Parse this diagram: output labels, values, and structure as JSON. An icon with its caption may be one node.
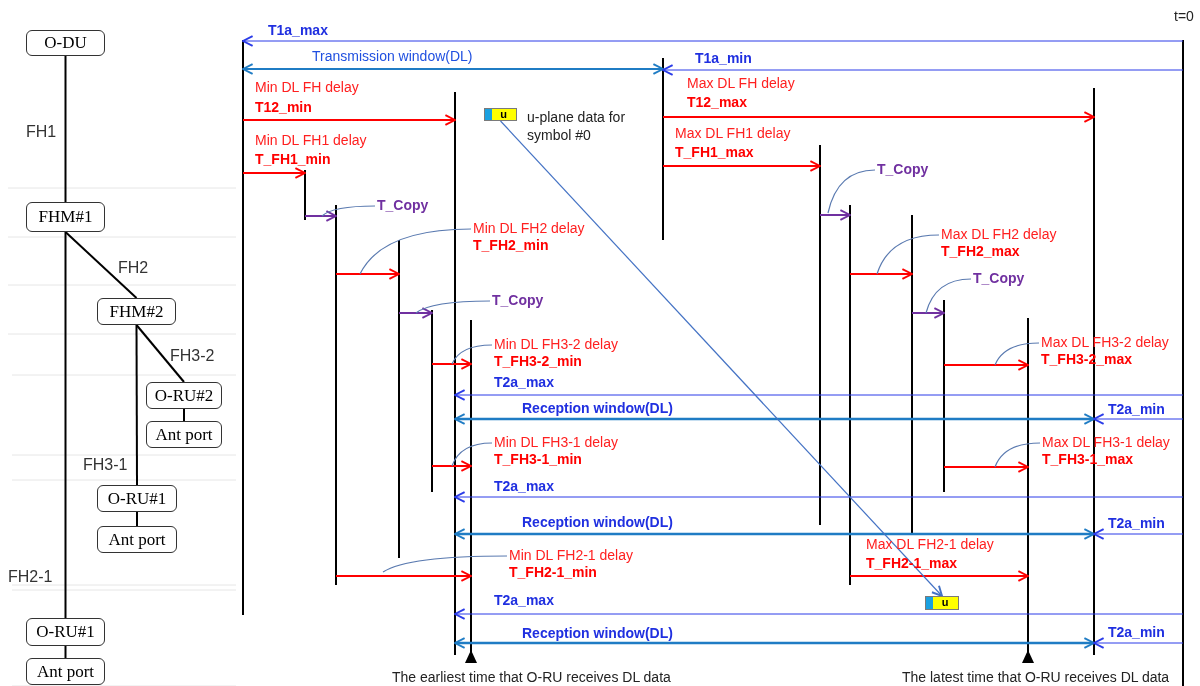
{
  "diagram": {
    "nodes": [
      {
        "text": [
          "O-DU"
        ]
      },
      {
        "text": [
          "FHM#1"
        ]
      },
      {
        "text": [
          "FHM#2"
        ]
      },
      {
        "text": [
          "O-RU#2"
        ]
      },
      {
        "text": [
          "Ant port"
        ]
      },
      {
        "text": [
          "O-RU#1"
        ]
      },
      {
        "text": [
          "Ant port"
        ]
      },
      {
        "text": [
          "O-RU#1"
        ]
      },
      {
        "text": [
          "Ant port"
        ]
      },
      {
        "text": [
          "u"
        ],
        "beside": [
          "u-plane data for symbol #0"
        ]
      },
      {
        "text": [
          "u"
        ]
      },
      {
        "text": [
          "T_Copy"
        ]
      },
      {
        "text": [
          "T_Copy"
        ]
      },
      {
        "text": [
          "Min DL FH2 delay",
          "T_FH2_min"
        ]
      },
      {
        "text": [
          "Max DL FH2 delay",
          "T_FH2_max"
        ]
      },
      {
        "text": [
          "T_Copy"
        ]
      },
      {
        "text": [
          "T_Copy"
        ]
      },
      {
        "text": [
          "Min DL FH3-2 delay",
          "T_FH3-2_min"
        ]
      },
      {
        "text": [
          "Max DL FH3-2 delay",
          "T_FH3-2_max"
        ]
      },
      {
        "text": [
          "Min DL FH3-1 delay",
          "T_FH3-1_min"
        ]
      },
      {
        "text": [
          "Max DL FH3-1 delay",
          "T_FH3-1_max"
        ]
      },
      {
        "text": [
          "Min DL FH2-1 delay",
          "T_FH2-1_min"
        ]
      }
    ],
    "edges": [
      {
        "from": 0,
        "to": 1,
        "arrow": "none",
        "label": "FH1",
        "color": "#000000"
      },
      {
        "from": 1,
        "to": 2,
        "arrow": "none",
        "label": "FH2",
        "color": "#000000"
      },
      {
        "from": 2,
        "to": 3,
        "arrow": "none",
        "label": "FH3-2",
        "color": "#000000"
      },
      {
        "from": 3,
        "to": 4,
        "arrow": "none",
        "color": "#000000"
      },
      {
        "from": 2,
        "to": 5,
        "arrow": "none",
        "label": "FH3-1",
        "color": "#000000"
      },
      {
        "from": 5,
        "to": 6,
        "arrow": "none",
        "color": "#000000"
      },
      {
        "from": 1,
        "to": 7,
        "arrow": "none",
        "label": "FH2-1",
        "color": "#000000"
      },
      {
        "from": 7,
        "to": 8,
        "arrow": "none",
        "color": "#000000"
      },
      {
        "from": 9,
        "to": 10,
        "arrow": "to",
        "color": "#4472c4"
      },
      {
        "from": 11,
        "to": null,
        "arrow": "none",
        "color": "#5a7ab0"
      },
      {
        "from": 12,
        "to": null,
        "arrow": "none",
        "color": "#5a7ab0"
      },
      {
        "from": 13,
        "to": null,
        "arrow": "none",
        "color": "#5a7ab0"
      },
      {
        "from": 14,
        "to": null,
        "arrow": "none",
        "color": "#5a7ab0"
      },
      {
        "from": 15,
        "to": null,
        "arrow": "none",
        "color": "#5a7ab0"
      },
      {
        "from": 16,
        "to": null,
        "arrow": "none",
        "color": "#5a7ab0"
      },
      {
        "from": 17,
        "to": null,
        "arrow": "none",
        "color": "#5a7ab0"
      },
      {
        "from": 18,
        "to": null,
        "arrow": "none",
        "color": "#5a7ab0"
      },
      {
        "from": 19,
        "to": null,
        "arrow": "none",
        "color": "#5a7ab0"
      },
      {
        "from": 20,
        "to": null,
        "arrow": "none",
        "color": "#5a7ab0"
      },
      {
        "from": 21,
        "to": null,
        "arrow": "none",
        "color": "#5a7ab0"
      }
    ],
    "labels": [
      "t=0",
      "T1a_max",
      "Transmission window(DL)",
      "T1a_min",
      "Min DL FH delay",
      "T12_min",
      "Max DL FH delay",
      "T12_max",
      "Min DL FH1 delay",
      "T_FH1_min",
      "Max DL FH1 delay",
      "T_FH1_max",
      "T2a_max",
      "Reception window(DL)",
      "T2a_min",
      "T2a_max",
      "Reception window(DL)",
      "T2a_min",
      "Max DL FH2-1 delay",
      "T_FH2-1_max",
      "T2a_max",
      "Reception window(DL)",
      "T2a_min",
      "The earliest time that O-RU receives DL data",
      "The latest time that O-RU receives DL data"
    ]
  }
}
